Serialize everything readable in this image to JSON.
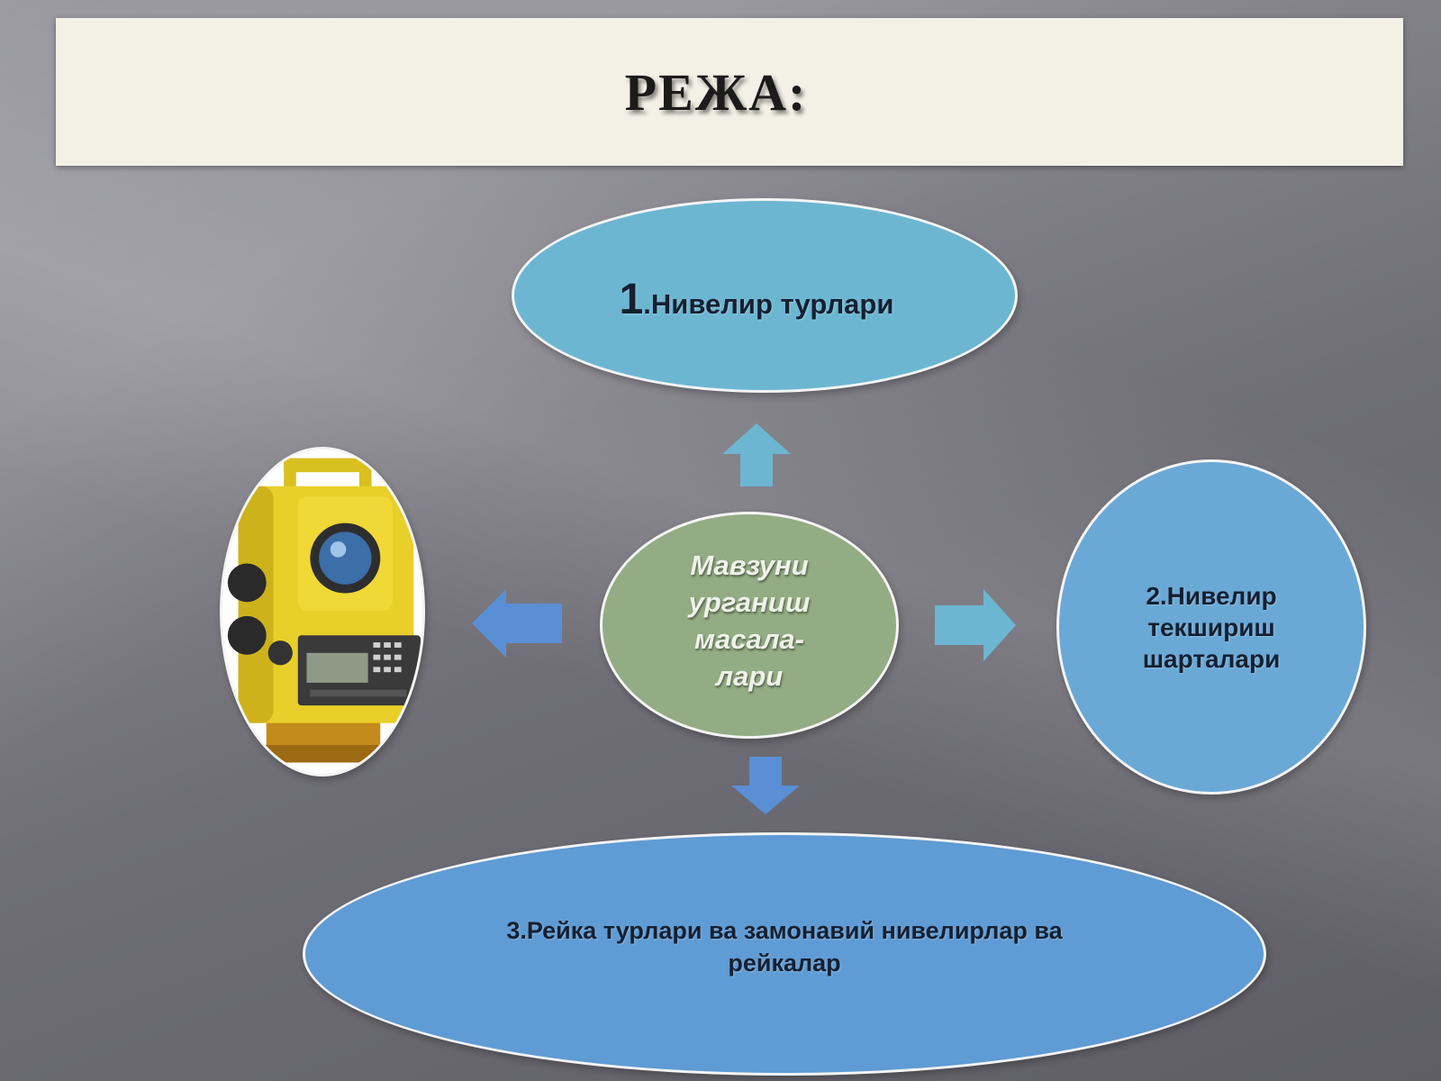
{
  "title": "РЕЖА:",
  "center": {
    "lines": [
      "Мавзуни",
      "урганиш",
      "масала-",
      "лари"
    ]
  },
  "items": [
    {
      "number": "1",
      "label": ".Нивелир турлари"
    },
    {
      "lines": [
        "2.Нивелир",
        "текшириш",
        "шарталари"
      ]
    },
    {
      "lines": [
        "3.Рейка турлари ва замонавий нивелирлар ва",
        "рейкалар"
      ]
    }
  ],
  "colors": {
    "title_bar": "#f3f1e6",
    "top_ellipse": "#6cb6d2",
    "right_ellipse": "#6aa8d6",
    "bottom_ellipse": "#5f9bd4",
    "center_ellipse": "#93ac83",
    "arrow_light": "#6cb6d2",
    "arrow_left": "#5a8fd6",
    "photo_body": "#e8cf2a"
  },
  "icons": {
    "photo": "total-station-instrument",
    "arrows": [
      "up-arrow-icon",
      "left-arrow-icon",
      "right-arrow-icon",
      "down-arrow-icon"
    ]
  }
}
